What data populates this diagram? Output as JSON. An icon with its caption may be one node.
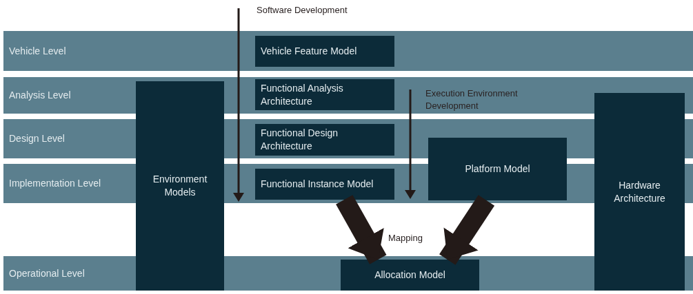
{
  "diagram": {
    "nodes": [
      {
        "text": [
          "Vehicle Level"
        ]
      },
      {
        "text": [
          "Vehicle Feature Model"
        ],
        "in": 0
      },
      {
        "text": [
          "Analysis Level"
        ]
      },
      {
        "text": [
          "Environment Models"
        ]
      },
      {
        "text": [
          "Functional Analysis Architecture"
        ],
        "in": 2
      },
      {
        "text": [
          "Hardware Architecture"
        ]
      },
      {
        "text": [
          "Design Level"
        ]
      },
      {
        "text": [
          "Functional Design Architecture"
        ],
        "in": 6
      },
      {
        "text": [
          "Platform Model"
        ]
      },
      {
        "text": [
          "Implementation Level"
        ]
      },
      {
        "text": [
          "Functional Instance Model"
        ],
        "in": 9
      },
      {
        "text": [
          "Operational Level"
        ]
      },
      {
        "text": [
          "Allocation Model"
        ],
        "in": 11
      }
    ],
    "edges": [
      {
        "from": 10,
        "to": 12,
        "arrow": "to"
      },
      {
        "from": 8,
        "to": 12,
        "arrow": "to"
      }
    ],
    "labels": [
      "Software Development",
      "Execution Environment Development",
      "Mapping"
    ]
  }
}
